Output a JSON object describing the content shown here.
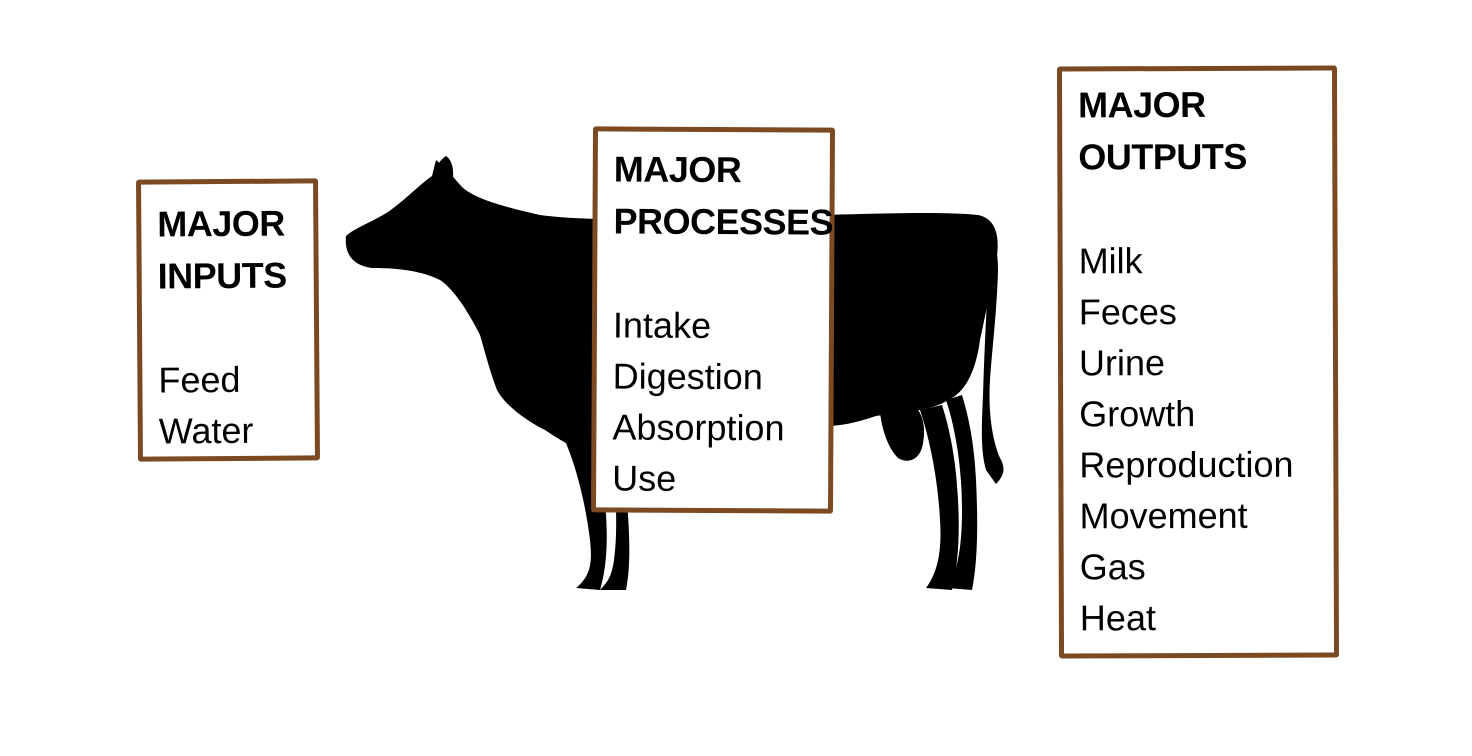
{
  "colors": {
    "box_border": "#7b4a23",
    "silhouette": "#000000",
    "background": "#ffffff"
  },
  "illustration": {
    "icon": "cow-silhouette-icon"
  },
  "inputs": {
    "heading_line1": "MAJOR",
    "heading_line2": "INPUTS",
    "items": [
      "Feed",
      "Water"
    ]
  },
  "processes": {
    "heading_line1": "MAJOR",
    "heading_line2": "PROCESSES",
    "items": [
      "Intake",
      "Digestion",
      "Absorption",
      "Use"
    ]
  },
  "outputs": {
    "heading_line1": "MAJOR",
    "heading_line2": "OUTPUTS",
    "items": [
      "Milk",
      "Feces",
      "Urine",
      "Growth",
      "Reproduction",
      "Movement",
      "Gas",
      "Heat"
    ]
  }
}
